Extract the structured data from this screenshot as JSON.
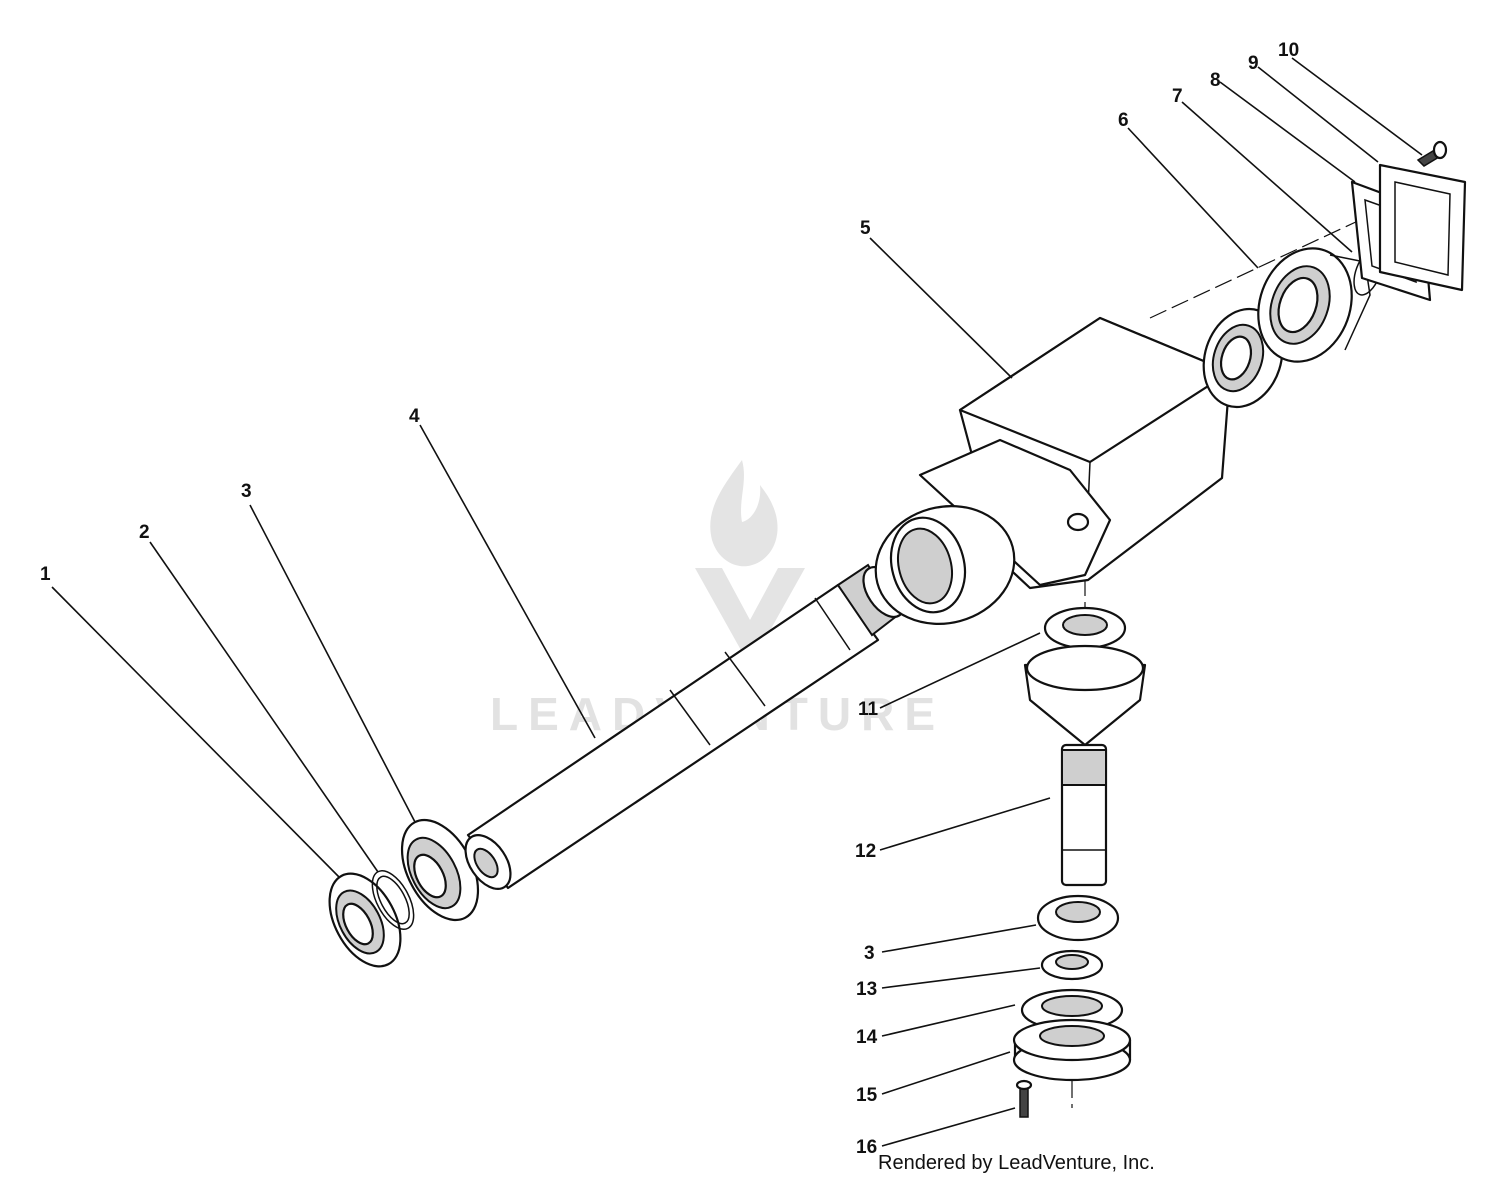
{
  "watermark": {
    "text": "LEADVENTURE",
    "logo_icon": "flame-v-logo-icon"
  },
  "credit": "Rendered by LeadVenture, Inc.",
  "callouts": [
    "1",
    "2",
    "3",
    "4",
    "5",
    "6",
    "7",
    "8",
    "9",
    "10",
    "11",
    "12",
    "3",
    "13",
    "14",
    "15",
    "16"
  ],
  "colors": {
    "ink": "#111111",
    "watermark": "#e2e2e2",
    "background": "#ffffff"
  }
}
